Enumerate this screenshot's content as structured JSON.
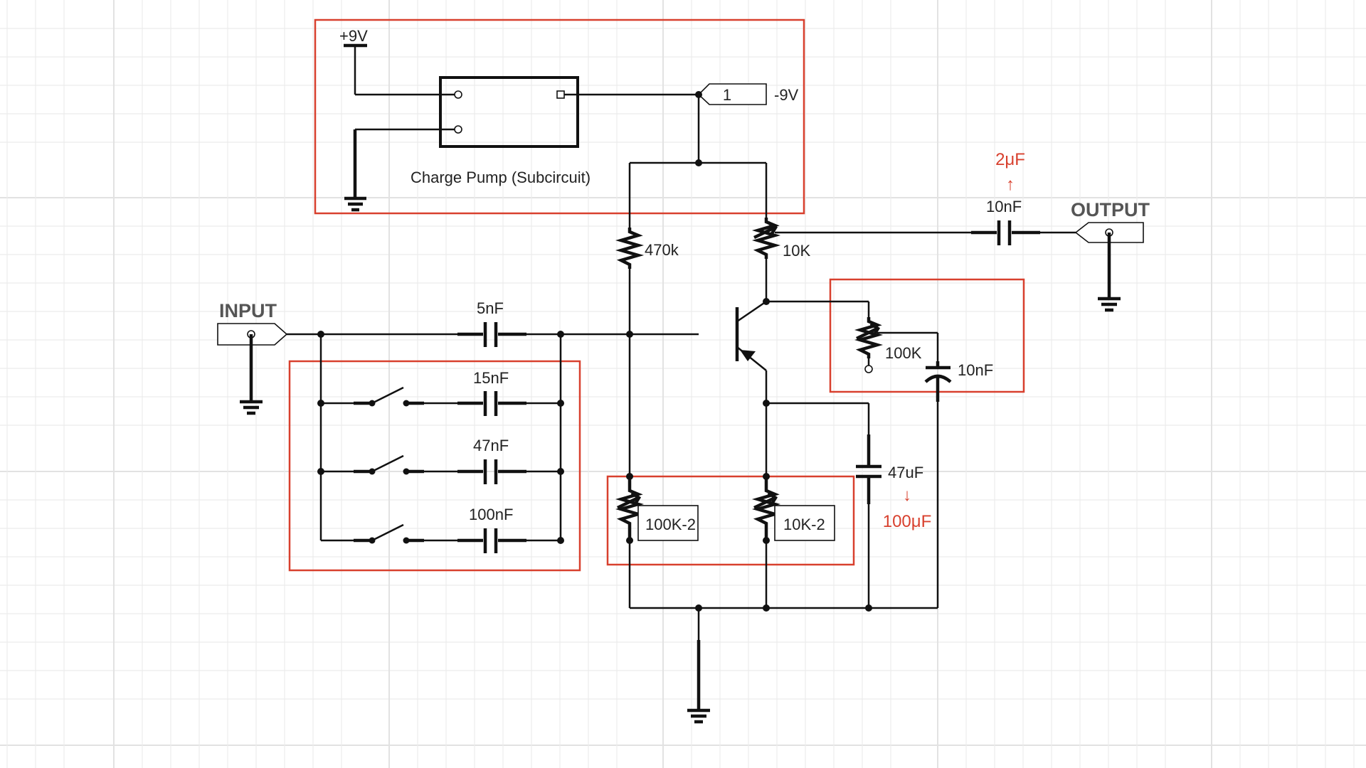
{
  "colors": {
    "highlight": "#d8402e",
    "wire": "#111111",
    "grid": "#ececec"
  },
  "labels": {
    "vplus": "+9V",
    "vminus": "-9V",
    "port_num": "1",
    "charge_pump": "Charge Pump (Subcircuit)",
    "r470k": "470k",
    "r10k_top": "10K",
    "c_out": "10nF",
    "c_out_mod_arrow": "↑",
    "c_out_mod": "2μF",
    "output": "OUTPUT",
    "input": "INPUT",
    "c_in": "5nF",
    "c_15n": "15nF",
    "c_47n": "47nF",
    "c_100n": "100nF",
    "r100k_fb": "100K",
    "c_10n_fb": "10nF",
    "c_47u": "47uF",
    "c_47u_mod_arrow": "↓",
    "c_47u_mod": "100μF",
    "r100k2": "100K-2",
    "r10k2": "10K-2"
  }
}
